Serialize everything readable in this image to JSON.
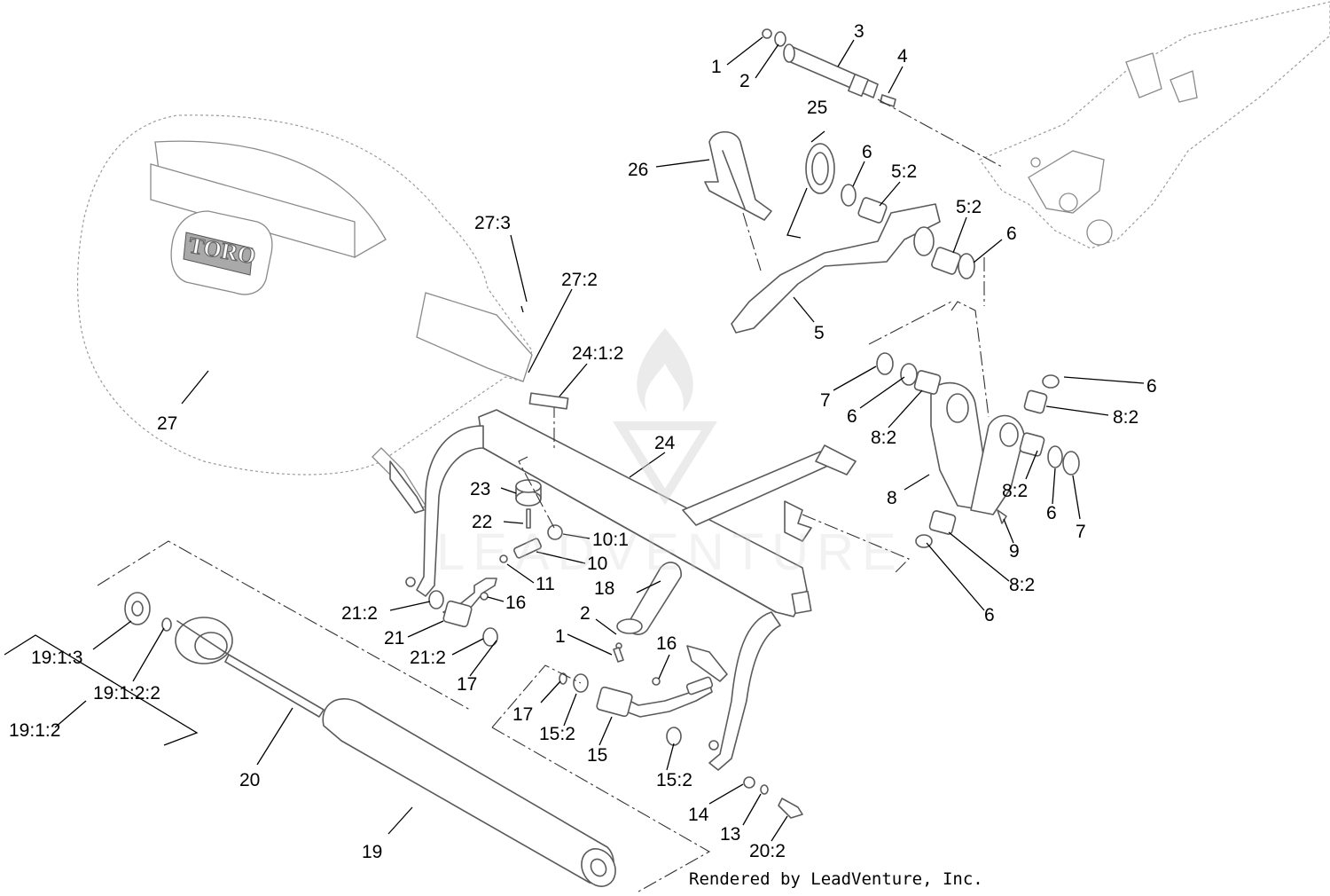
{
  "diagram": {
    "callouts": [
      {
        "id": "c1a",
        "text": "1"
      },
      {
        "id": "c2a",
        "text": "2"
      },
      {
        "id": "c3",
        "text": "3"
      },
      {
        "id": "c4",
        "text": "4"
      },
      {
        "id": "c25",
        "text": "25"
      },
      {
        "id": "c26",
        "text": "26"
      },
      {
        "id": "c6a",
        "text": "6"
      },
      {
        "id": "c5_2a",
        "text": "5:2"
      },
      {
        "id": "c5_2b",
        "text": "5:2"
      },
      {
        "id": "c6b",
        "text": "6"
      },
      {
        "id": "c27_3",
        "text": "27:3"
      },
      {
        "id": "c27_2",
        "text": "27:2"
      },
      {
        "id": "c5",
        "text": "5"
      },
      {
        "id": "c24_1_2",
        "text": "24:1:2"
      },
      {
        "id": "c7a",
        "text": "7"
      },
      {
        "id": "c6c",
        "text": "6"
      },
      {
        "id": "c8_2a",
        "text": "8:2"
      },
      {
        "id": "c6d",
        "text": "6"
      },
      {
        "id": "c8_2b",
        "text": "8:2"
      },
      {
        "id": "c27",
        "text": "27"
      },
      {
        "id": "c24",
        "text": "24"
      },
      {
        "id": "c8",
        "text": "8"
      },
      {
        "id": "c8_2c",
        "text": "8:2"
      },
      {
        "id": "c6e",
        "text": "6"
      },
      {
        "id": "c7b",
        "text": "7"
      },
      {
        "id": "c23",
        "text": "23"
      },
      {
        "id": "c22",
        "text": "22"
      },
      {
        "id": "c10_1",
        "text": "10:1"
      },
      {
        "id": "c10",
        "text": "10"
      },
      {
        "id": "c9",
        "text": "9"
      },
      {
        "id": "c11",
        "text": "11"
      },
      {
        "id": "c18",
        "text": "18"
      },
      {
        "id": "c8_2d",
        "text": "8:2"
      },
      {
        "id": "c16a",
        "text": "16"
      },
      {
        "id": "c21_2a",
        "text": "21:2"
      },
      {
        "id": "c2b",
        "text": "2"
      },
      {
        "id": "c6f",
        "text": "6"
      },
      {
        "id": "c21",
        "text": "21"
      },
      {
        "id": "c1b",
        "text": "1"
      },
      {
        "id": "c16b",
        "text": "16"
      },
      {
        "id": "c19_1_3",
        "text": "19:1:3"
      },
      {
        "id": "c21_2b",
        "text": "21:2"
      },
      {
        "id": "c17a",
        "text": "17"
      },
      {
        "id": "c19_1_2_2",
        "text": "19:1:2:2"
      },
      {
        "id": "c17b",
        "text": "17"
      },
      {
        "id": "c15_2a",
        "text": "15:2"
      },
      {
        "id": "c19_1_2",
        "text": "19:1:2"
      },
      {
        "id": "c15",
        "text": "15"
      },
      {
        "id": "c15_2b",
        "text": "15:2"
      },
      {
        "id": "c20",
        "text": "20"
      },
      {
        "id": "c14",
        "text": "14"
      },
      {
        "id": "c13",
        "text": "13"
      },
      {
        "id": "c20_2",
        "text": "20:2"
      },
      {
        "id": "c19",
        "text": "19"
      }
    ],
    "logo_text": "TORO",
    "credit": "Rendered by LeadVenture, Inc.",
    "watermark": "LEADVENTURE"
  }
}
